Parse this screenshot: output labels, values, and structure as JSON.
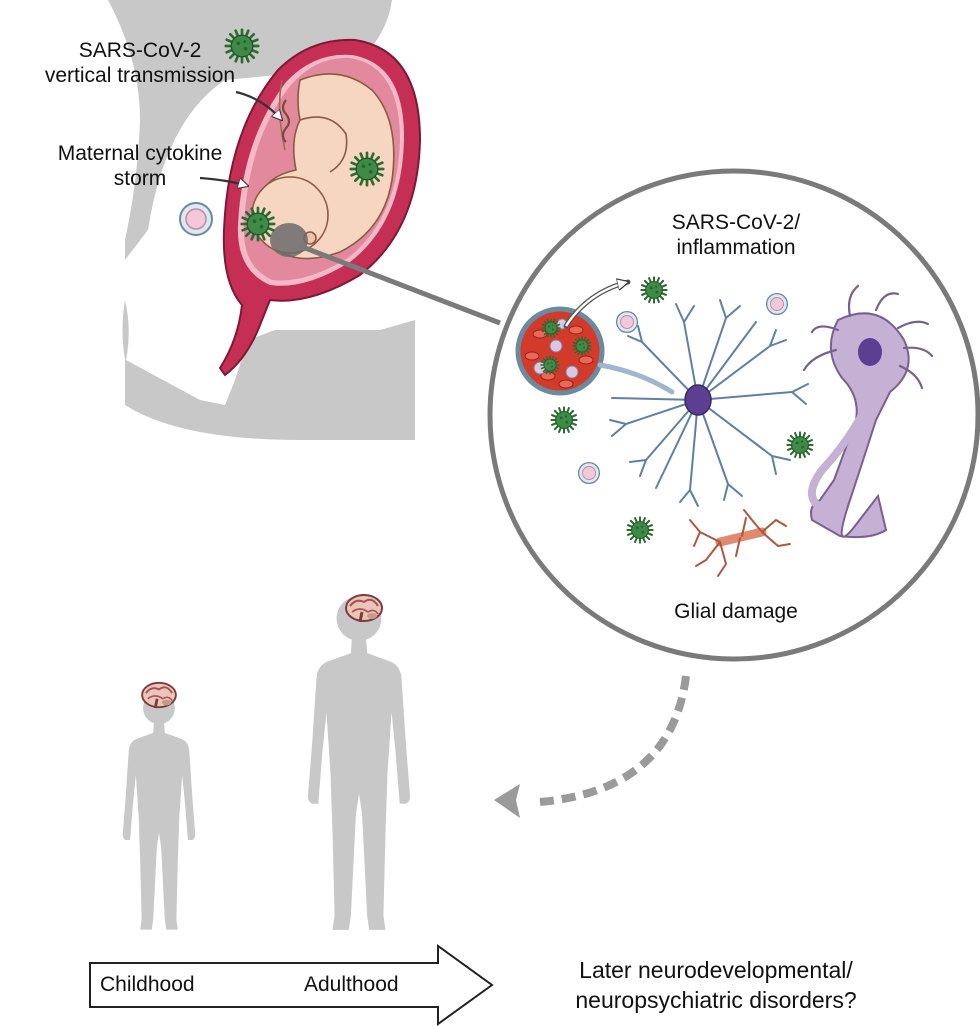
{
  "pregnancy": {
    "label_vertical_line1": "SARS-CoV-2",
    "label_vertical_line2": "vertical transmission",
    "label_cytokine_line1": "Maternal cytokine",
    "label_cytokine_line2": "storm"
  },
  "zoom_panel": {
    "title_line1": "SARS-CoV-2/",
    "title_line2": "inflammation",
    "caption": "Glial damage"
  },
  "timeline": {
    "stage_1": "Childhood",
    "stage_2": "Adulthood",
    "outcome_line1": "Later neurodevelopmental/",
    "outcome_line2": "neuropsychiatric disorders?"
  },
  "colors": {
    "silhouette": "#c8c8c8",
    "uterus": "#c62f55",
    "fetus": "#f6d6c0",
    "virus": "#3e8a47",
    "astrocyte": "#5d7fa8",
    "neuron": "#c4b1d3",
    "oligodendrocyte": "#e08b6e",
    "vessel": "#d23a2a"
  },
  "icons": [
    "virus-icon",
    "blood-vessel-icon",
    "astrocyte-icon",
    "neuron-icon",
    "oligodendrocyte-icon",
    "brain-icon",
    "arrow-icon"
  ]
}
